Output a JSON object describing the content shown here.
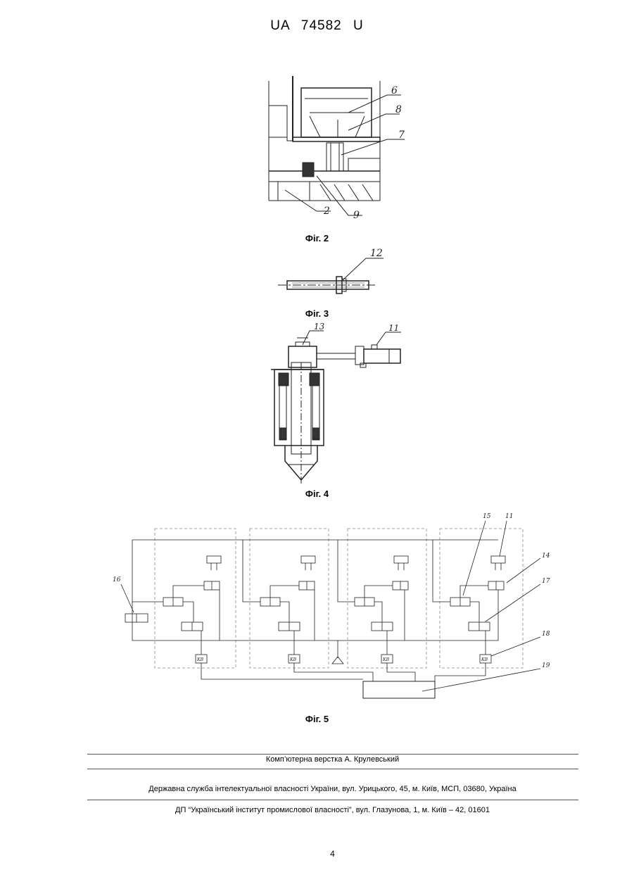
{
  "header": {
    "patent_number": "UA   74582   U"
  },
  "figures": {
    "fig2": {
      "caption": "Фіг. 2",
      "labels": [
        "6",
        "8",
        "7",
        "2",
        "9"
      ]
    },
    "fig3": {
      "caption": "Фіг. 3",
      "labels": [
        "12"
      ]
    },
    "fig4": {
      "caption": "Фіг. 4",
      "labels": [
        "13",
        "11"
      ]
    },
    "fig5": {
      "caption": "Фіг. 5",
      "labels": [
        "16",
        "15",
        "11",
        "14",
        "17",
        "18",
        "19"
      ],
      "sensor_box": "КВ"
    }
  },
  "footer": {
    "typesetting": "Комп’ютерна верстка А. Крулевський",
    "service": "Державна служба інтелектуальної власності України, вул. Урицького, 45, м. Київ, МСП, 03680, Україна",
    "institute": "ДП “Український інститут промислової власності”, вул. Глазунова, 1, м. Київ – 42, 01601"
  },
  "page_number": "4"
}
